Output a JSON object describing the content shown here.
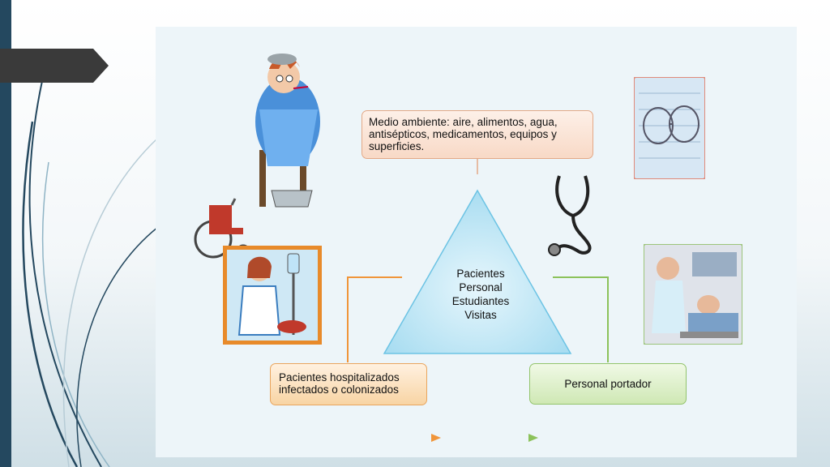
{
  "diagram": {
    "environment_label": "Medio ambiente: aire, alimentos, agua, antisépticos, medicamentos, equipos y superficies.",
    "center_items": [
      "Pacientes",
      "Personal",
      "Estudiantes",
      "Visitas"
    ],
    "patients_label": "Pacientes hospitalizados infectados o colonizados",
    "staff_label": "Personal portador"
  },
  "colors": {
    "triangle": "#a9ddf1",
    "orange_connector": "#f0953a",
    "green_connector": "#8cc25b",
    "side_bar": "#24485f",
    "title_arrow": "#3a3a3a"
  },
  "icons": [
    "sick-patient-illustration",
    "wheelchair-icon",
    "stethoscope-icon",
    "eyeglasses-photo",
    "nurse-with-iv-illustration",
    "doctor-with-patient-photo"
  ]
}
